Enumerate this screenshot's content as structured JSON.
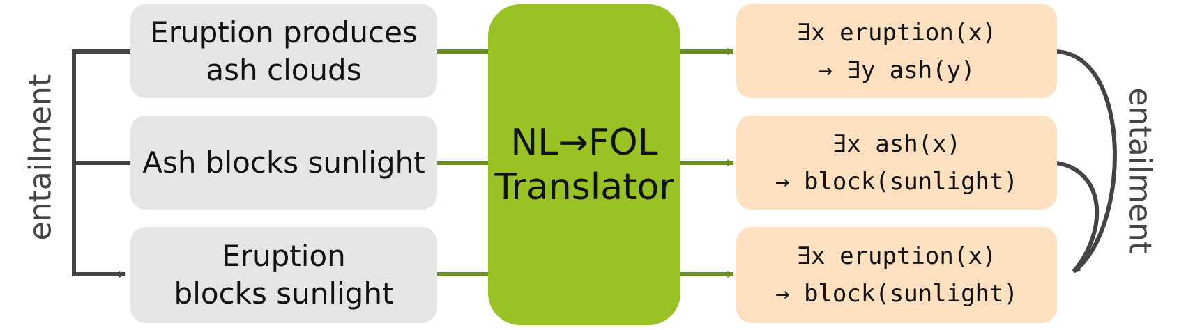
{
  "premises": [
    {
      "line1": "Eruption produces",
      "line2": "ash clouds"
    },
    {
      "line1": "Ash blocks sunlight",
      "line2": ""
    }
  ],
  "conclusion": {
    "line1": "Eruption",
    "line2": "blocks sunlight"
  },
  "translator": {
    "line1": "NL→FOL",
    "line2": "Translator"
  },
  "formulas": [
    {
      "line1": "∃x eruption(x)",
      "line2": "→ ∃y ash(y)"
    },
    {
      "line1": "∃x ash(x)",
      "line2": "→ block(sunlight)"
    },
    {
      "line1": "∃x eruption(x)",
      "line2": "→ block(sunlight)"
    }
  ],
  "labels": {
    "left": "entailment",
    "right": "entailment"
  },
  "colors": {
    "nl_box": "#e5e5e5",
    "translator": "#99c224",
    "fol_box": "#fde0c0",
    "arrow_green": "#6b8e23",
    "arrow_dark": "#444444"
  }
}
